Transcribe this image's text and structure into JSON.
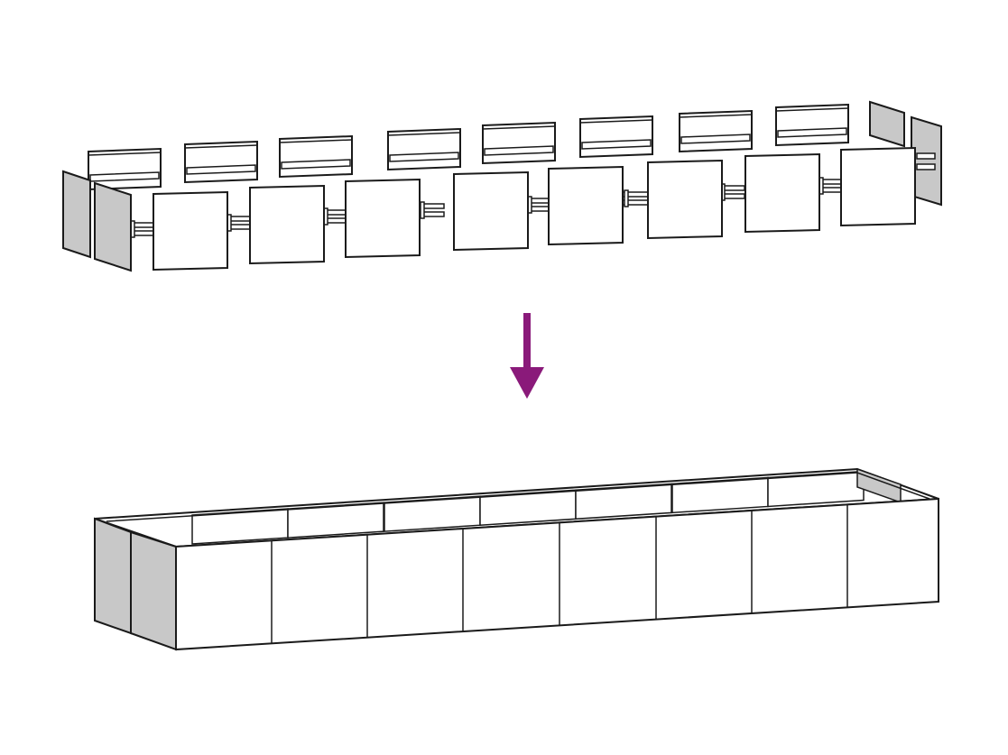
{
  "diagram": {
    "kind": "assembly-instruction",
    "steps": [
      "exploded-panels",
      "assembled-planter"
    ],
    "front_panel_count": 8,
    "back_panel_count": 8,
    "side_panel_count": 2,
    "colors": {
      "line": "#1a1a1a",
      "panel_face": "#ffffff",
      "side_panel": "#c8c8c8",
      "arrow": "#8a1a7a"
    },
    "icons": {
      "arrow": "down-arrow-icon"
    }
  }
}
